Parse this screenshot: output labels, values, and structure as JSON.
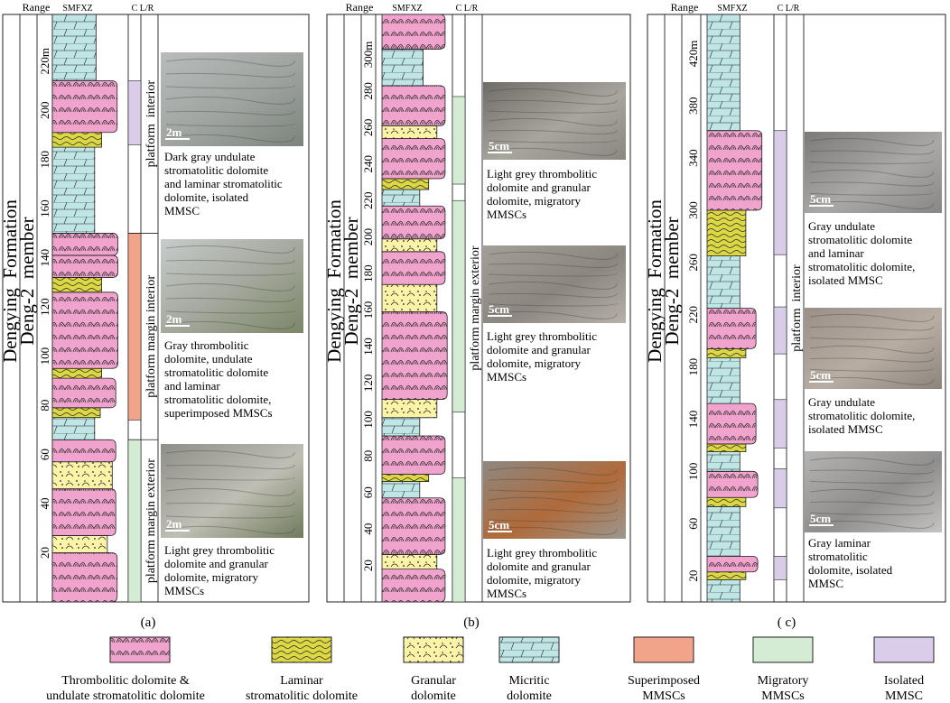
{
  "header_labels": {
    "range": "Range",
    "smfxz": "SMFXZ",
    "cl_r": "C L/R"
  },
  "panels": [
    {
      "label": "(a)",
      "formation": "Dengying  Formation",
      "member": "Deng-2  member",
      "depth_unit": "m",
      "depth_max": 239,
      "depth_ticks": [
        20,
        40,
        60,
        80,
        100,
        120,
        140,
        160,
        180,
        200,
        220
      ],
      "beds": [
        {
          "lith": "thrombolitic",
          "from": 0,
          "to": 20,
          "w": 0.92
        },
        {
          "lith": "granular",
          "from": 20,
          "to": 27,
          "w": 0.78
        },
        {
          "lith": "thrombolitic",
          "from": 27,
          "to": 46,
          "w": 0.9
        },
        {
          "lith": "granular",
          "from": 46,
          "to": 57,
          "w": 0.85
        },
        {
          "lith": "thrombolitic",
          "from": 57,
          "to": 66,
          "w": 0.9
        },
        {
          "lith": "micritic",
          "from": 66,
          "to": 75,
          "w": 0.6
        },
        {
          "lith": "laminar",
          "from": 75,
          "to": 79,
          "w": 0.68
        },
        {
          "lith": "thrombolitic",
          "from": 79,
          "to": 91,
          "w": 0.9
        },
        {
          "lith": "laminar",
          "from": 91,
          "to": 95,
          "w": 0.7
        },
        {
          "lith": "thrombolitic",
          "from": 95,
          "to": 126,
          "w": 0.93
        },
        {
          "lith": "laminar",
          "from": 126,
          "to": 132,
          "w": 0.7
        },
        {
          "lith": "thrombolitic",
          "from": 132,
          "to": 141,
          "w": 0.93
        },
        {
          "lith": "thrombolitic",
          "from": 141,
          "to": 150,
          "w": 0.93
        },
        {
          "lith": "micritic",
          "from": 150,
          "to": 185,
          "w": 0.6
        },
        {
          "lith": "laminar",
          "from": 185,
          "to": 191,
          "w": 0.7
        },
        {
          "lith": "thrombolitic",
          "from": 191,
          "to": 212,
          "w": 0.92
        },
        {
          "lith": "micritic",
          "from": 212,
          "to": 239,
          "w": 0.62
        }
      ],
      "ranges": [
        {
          "type": "migratory",
          "from": 0,
          "to": 66
        },
        {
          "type": "superimposed",
          "from": 74,
          "to": 150
        },
        {
          "type": "isolated",
          "from": 186,
          "to": 212
        }
      ],
      "facies": [
        {
          "text": "platform margin exterior",
          "from": 0,
          "to": 66
        },
        {
          "text": "platform margin interior",
          "from": 66,
          "to": 150
        },
        {
          "text": "platform  interior",
          "from": 150,
          "to": 239
        }
      ],
      "photos": [
        {
          "scale": "2m",
          "tone": "outcrop-veg",
          "caption": [
            "Dark gray undulate",
            "stromatolitic dolomite",
            "and laminar stromatolitic",
            "dolomite, isolated",
            "MMSC"
          ]
        },
        {
          "scale": "2m",
          "tone": "outcrop-veg2",
          "caption": [
            "Gray thrombolitic",
            "dolomite, undulate",
            "stromatolitic dolomite",
            "and laminar",
            "stromatolitic dolomite,",
            "superimposed MMSCs"
          ]
        },
        {
          "scale": "2m",
          "tone": "outcrop-cliff",
          "caption": [
            "Light grey thrombolitic",
            "dolomite and granular",
            "dolomite, migratory",
            "MMSCs"
          ]
        }
      ]
    },
    {
      "label": "(b)",
      "formation": "Dengying  Formation",
      "member": "Deng-2  member",
      "depth_unit": "m",
      "depth_max": 322,
      "depth_ticks": [
        20,
        40,
        60,
        80,
        100,
        120,
        140,
        160,
        180,
        200,
        220,
        240,
        260,
        280,
        300
      ],
      "beds": [
        {
          "lith": "thrombolitic",
          "from": 0,
          "to": 18,
          "w": 0.92
        },
        {
          "lith": "granular",
          "from": 18,
          "to": 26,
          "w": 0.8
        },
        {
          "lith": "thrombolitic",
          "from": 26,
          "to": 57,
          "w": 0.92
        },
        {
          "lith": "micritic",
          "from": 57,
          "to": 66,
          "w": 0.55
        },
        {
          "lith": "laminar",
          "from": 66,
          "to": 70,
          "w": 0.68
        },
        {
          "lith": "thrombolitic",
          "from": 70,
          "to": 91,
          "w": 0.92
        },
        {
          "lith": "micritic",
          "from": 91,
          "to": 101,
          "w": 0.55
        },
        {
          "lith": "granular",
          "from": 101,
          "to": 111,
          "w": 0.8
        },
        {
          "lith": "thrombolitic",
          "from": 111,
          "to": 159,
          "w": 0.95
        },
        {
          "lith": "granular",
          "from": 159,
          "to": 174,
          "w": 0.8
        },
        {
          "lith": "thrombolitic",
          "from": 174,
          "to": 192,
          "w": 0.92
        },
        {
          "lith": "granular",
          "from": 192,
          "to": 199,
          "w": 0.8
        },
        {
          "lith": "thrombolitic",
          "from": 199,
          "to": 217,
          "w": 0.92
        },
        {
          "lith": "micritic",
          "from": 217,
          "to": 226,
          "w": 0.55
        },
        {
          "lith": "laminar",
          "from": 226,
          "to": 232,
          "w": 0.68
        },
        {
          "lith": "thrombolitic",
          "from": 232,
          "to": 254,
          "w": 0.92
        },
        {
          "lith": "granular",
          "from": 254,
          "to": 261,
          "w": 0.8
        },
        {
          "lith": "thrombolitic",
          "from": 261,
          "to": 283,
          "w": 0.92
        },
        {
          "lith": "micritic",
          "from": 283,
          "to": 303,
          "w": 0.6
        },
        {
          "lith": "thrombolitic",
          "from": 303,
          "to": 322,
          "w": 0.92
        }
      ],
      "ranges": [
        {
          "type": "migratory",
          "from": 0,
          "to": 68
        },
        {
          "type": "migratory",
          "from": 104,
          "to": 220
        },
        {
          "type": "migratory",
          "from": 229,
          "to": 277
        }
      ],
      "facies": [
        {
          "text": "platform margin exterior",
          "from": 0,
          "to": 322
        }
      ],
      "photos": [
        {
          "scale": "5cm",
          "tone": "rock-grey",
          "caption": [
            "Light grey thrombolitic",
            "dolomite and granular",
            "dolomite, migratory",
            "MMSCs"
          ]
        },
        {
          "scale": "5cm",
          "tone": "rock-grey2",
          "caption": [
            "Light grey thrombolitic",
            "dolomite and granular",
            "dolomite, migratory",
            "MMSCs"
          ]
        },
        {
          "scale": "5cm",
          "tone": "rock-rust",
          "caption": [
            "Light grey thrombolitic",
            "dolomite and granular",
            "dolomite, migratory",
            "MMSCs"
          ]
        }
      ]
    },
    {
      "label": "( c)",
      "formation": "Dengying  Formation",
      "member": "Deng-2  member",
      "depth_unit": "m",
      "depth_max": 450,
      "depth_ticks": [
        20,
        60,
        100,
        140,
        180,
        220,
        260,
        300,
        340,
        380,
        420
      ],
      "beds": [
        {
          "lith": "micritic",
          "from": 0,
          "to": 17,
          "w": 0.55
        },
        {
          "lith": "laminar",
          "from": 17,
          "to": 23,
          "w": 0.65
        },
        {
          "lith": "thrombolitic",
          "from": 23,
          "to": 35,
          "w": 0.85
        },
        {
          "lith": "micritic",
          "from": 35,
          "to": 73,
          "w": 0.55
        },
        {
          "lith": "laminar",
          "from": 73,
          "to": 80,
          "w": 0.65
        },
        {
          "lith": "thrombolitic",
          "from": 80,
          "to": 100,
          "w": 0.85
        },
        {
          "lith": "micritic",
          "from": 100,
          "to": 115,
          "w": 0.55
        },
        {
          "lith": "laminar",
          "from": 115,
          "to": 121,
          "w": 0.65
        },
        {
          "lith": "thrombolitic",
          "from": 121,
          "to": 152,
          "w": 0.82
        },
        {
          "lith": "micritic",
          "from": 152,
          "to": 187,
          "w": 0.55
        },
        {
          "lith": "laminar",
          "from": 187,
          "to": 194,
          "w": 0.65
        },
        {
          "lith": "thrombolitic",
          "from": 194,
          "to": 225,
          "w": 0.82
        },
        {
          "lith": "micritic",
          "from": 225,
          "to": 265,
          "w": 0.55
        },
        {
          "lith": "laminar",
          "from": 265,
          "to": 300,
          "w": 0.65
        },
        {
          "lith": "thrombolitic",
          "from": 300,
          "to": 361,
          "w": 0.92
        },
        {
          "lith": "micritic",
          "from": 361,
          "to": 450,
          "w": 0.55
        }
      ],
      "ranges": [
        {
          "type": "isolated",
          "from": 17,
          "to": 35
        },
        {
          "type": "isolated",
          "from": 72,
          "to": 102
        },
        {
          "type": "isolated",
          "from": 118,
          "to": 155
        },
        {
          "type": "isolated",
          "from": 190,
          "to": 226
        },
        {
          "type": "isolated",
          "from": 266,
          "to": 361
        }
      ],
      "facies": [
        {
          "text": "platform  interior",
          "from": 0,
          "to": 450
        }
      ],
      "photos": [
        {
          "scale": "5cm",
          "tone": "rock-hammer",
          "caption": [
            "Gray undulate",
            "stromatolitic dolomite",
            "and laminar",
            "stromatolitic dolomite,",
            "isolated MMSC"
          ]
        },
        {
          "scale": "5cm",
          "tone": "rock-hammer2",
          "caption": [
            "Gray undulate",
            "stromatolitic dolomite,",
            "isolated MMSC"
          ]
        },
        {
          "scale": "5cm",
          "tone": "rock-light",
          "caption": [
            "Gray laminar",
            "stromatolitic",
            "dolomite, isolated",
            "MMSC"
          ]
        }
      ]
    }
  ],
  "legend": [
    {
      "key": "thrombolitic",
      "label": [
        "Thrombolitic dolomite &",
        "undulate stromatolitic dolomite"
      ]
    },
    {
      "key": "laminar",
      "label": [
        "Laminar",
        "stromatolitic dolomite"
      ]
    },
    {
      "key": "granular",
      "label": [
        "Granular",
        "dolomite"
      ]
    },
    {
      "key": "micritic",
      "label": [
        "Micritic",
        "dolomite"
      ]
    },
    {
      "key": "superimposed",
      "label": [
        "Superimposed",
        "MMSCs"
      ]
    },
    {
      "key": "migratory",
      "label": [
        "Migratory",
        "MMSCs"
      ]
    },
    {
      "key": "isolated",
      "label": [
        "Isolated",
        "MMSC"
      ]
    }
  ],
  "colors": {
    "thrombolitic": "#f0a3cc",
    "laminar": "#dcd845",
    "granular": "#fbf4a8",
    "micritic": "#bfe5e5",
    "superimposed": "#f2a48a",
    "migratory": "#d5ecd4",
    "isolated": "#d9cde9",
    "line": "#222222"
  }
}
